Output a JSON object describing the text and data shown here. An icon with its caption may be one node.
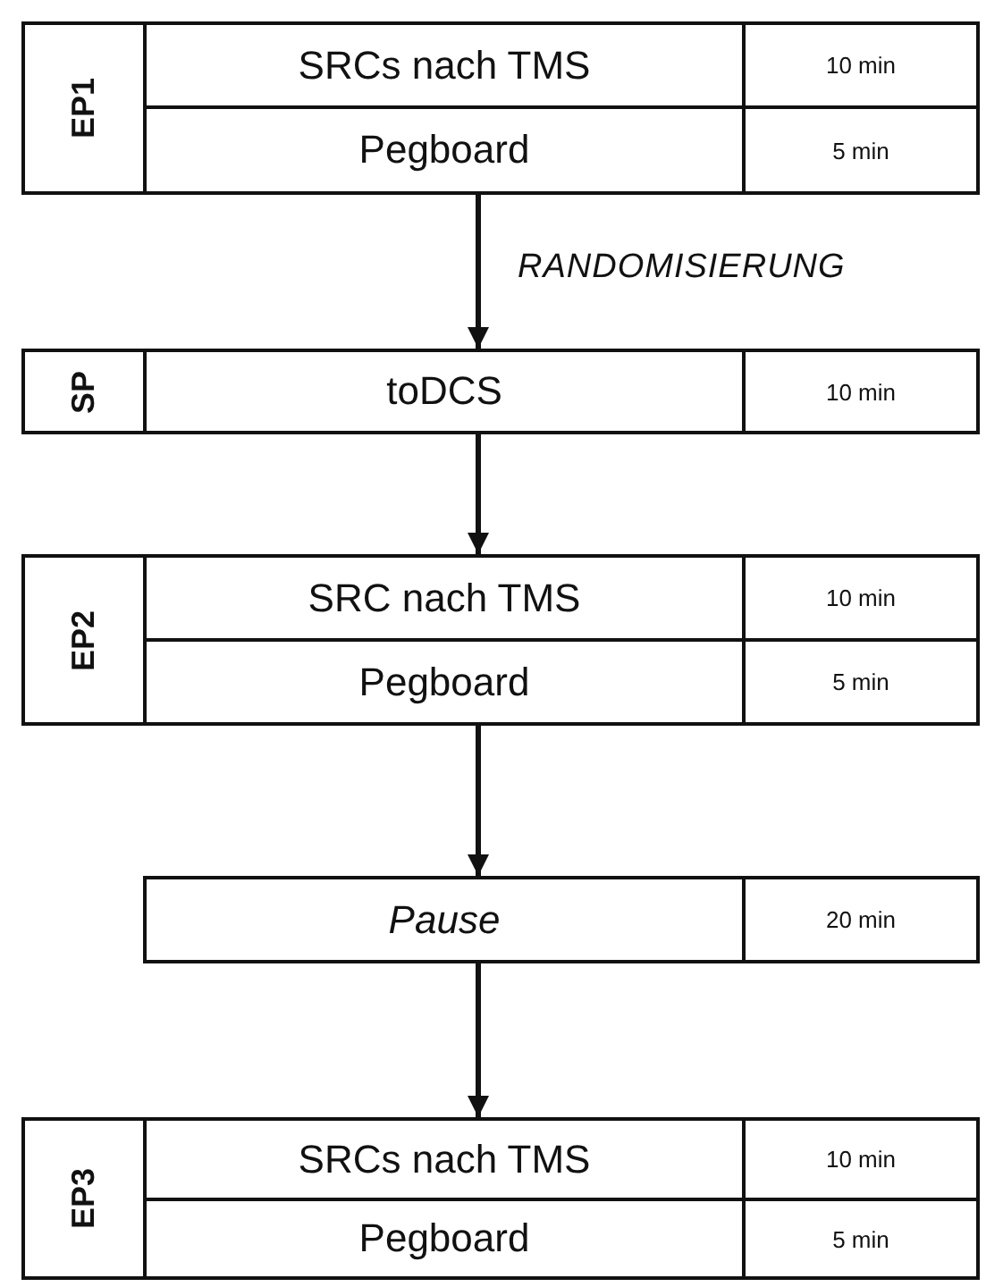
{
  "diagram": {
    "nodes": [
      {
        "text": [
          "EP1"
        ]
      },
      {
        "text": [
          "SRCs nach TMS"
        ]
      },
      {
        "text": [
          "10 min"
        ]
      },
      {
        "text": [
          "Pegboard"
        ]
      },
      {
        "text": [
          "5 min"
        ]
      },
      {
        "text": [
          "SP"
        ]
      },
      {
        "text": [
          "toDCS"
        ]
      },
      {
        "text": [
          "10 min"
        ]
      },
      {
        "text": [
          "EP2"
        ]
      },
      {
        "text": [
          "SRC nach TMS"
        ]
      },
      {
        "text": [
          "10 min"
        ]
      },
      {
        "text": [
          "Pegboard"
        ]
      },
      {
        "text": [
          "5 min"
        ]
      },
      {
        "text": [
          "Pause"
        ]
      },
      {
        "text": [
          "20 min"
        ]
      },
      {
        "text": [
          "EP3"
        ]
      },
      {
        "text": [
          "SRCs nach TMS"
        ]
      },
      {
        "text": [
          "10 min"
        ]
      },
      {
        "text": [
          "Pegboard"
        ]
      },
      {
        "text": [
          "5 min"
        ]
      }
    ],
    "edges": [
      {
        "from": 3,
        "to": 6,
        "arrow": "to",
        "label": "RANDOMISIERUNG"
      },
      {
        "from": 6,
        "to": 9,
        "arrow": "to"
      },
      {
        "from": 11,
        "to": 13,
        "arrow": "to"
      },
      {
        "from": 13,
        "to": 16,
        "arrow": "to"
      }
    ]
  }
}
